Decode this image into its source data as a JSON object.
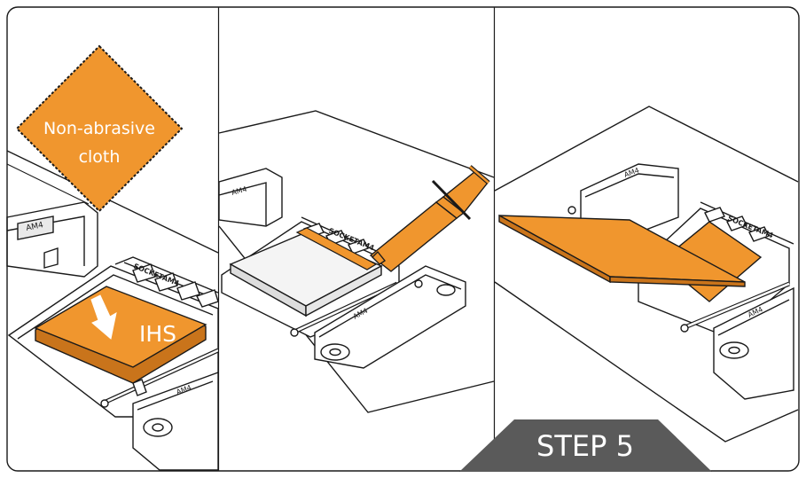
{
  "instruction": {
    "panels": [
      {
        "id": "panel-1",
        "cloth_label_line1": "Non-abrasive",
        "cloth_label_line2": "cloth",
        "ihs_label": "IHS"
      },
      {
        "id": "panel-2"
      },
      {
        "id": "panel-3"
      }
    ],
    "step_label": "STEP 5",
    "socket_marking": "SOCKETAM4",
    "clip_marking": "AM4"
  },
  "colors": {
    "accent_orange": "#f0962e",
    "outline": "#1a1a1a",
    "step_badge_bg": "#5a5a5a",
    "step_badge_text": "#ffffff",
    "paper": "#ffffff"
  }
}
